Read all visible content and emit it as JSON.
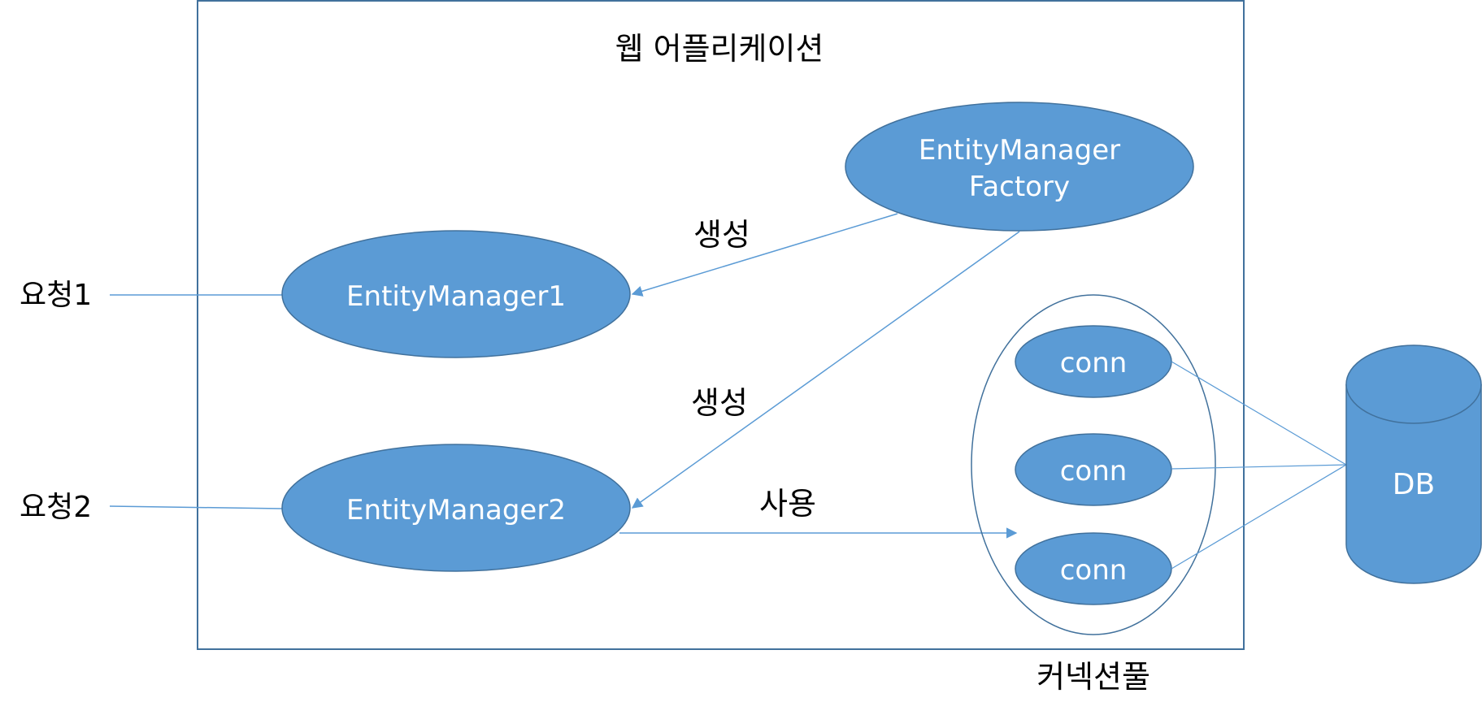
{
  "app": {
    "title": "웹 어플리케이션"
  },
  "requests": {
    "req1": "요청1",
    "req2": "요청2"
  },
  "nodes": {
    "factory_line1": "EntityManager",
    "factory_line2": "Factory",
    "em1": "EntityManager1",
    "em2": "EntityManager2",
    "conn1": "conn",
    "conn2": "conn",
    "conn3": "conn",
    "db": "DB"
  },
  "edges": {
    "create1": "생성",
    "create2": "생성",
    "use": "사용"
  },
  "pool": {
    "label": "커넥션풀"
  },
  "colors": {
    "node_fill": "#5B9BD5",
    "node_stroke": "#41719C",
    "frame_stroke": "#41719C",
    "line": "#5B9BD5"
  }
}
